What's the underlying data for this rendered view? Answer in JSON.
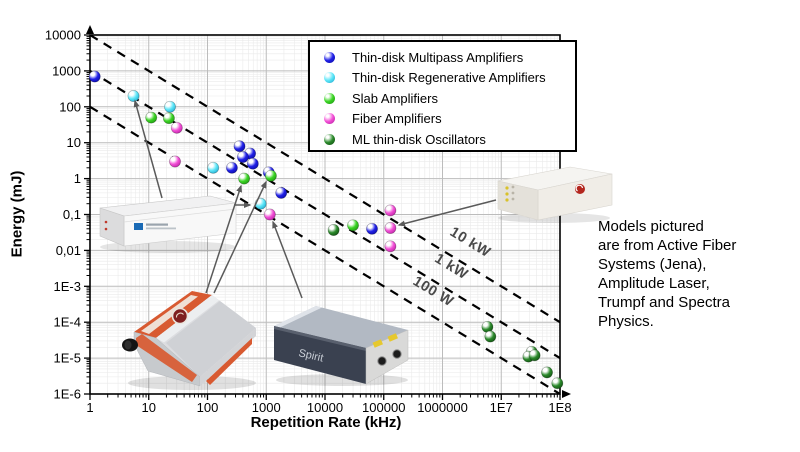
{
  "chart_data": {
    "type": "scatter",
    "title": "",
    "x_axis": {
      "label": "Repetition Rate (kHz)",
      "scale": "log",
      "range": [
        1,
        100000000
      ],
      "tick_labels": [
        "1",
        "10",
        "100",
        "1000",
        "10000",
        "100000",
        "1000000",
        "1E7",
        "1E8"
      ]
    },
    "y_axis": {
      "label": "Energy (mJ)",
      "scale": "log",
      "range": [
        1e-06,
        10000
      ],
      "tick_labels": [
        "10000",
        "1000",
        "100",
        "10",
        "1",
        "0,1",
        "0,01",
        "1E-3",
        "1E-4",
        "1E-5",
        "1E-6"
      ]
    },
    "grid": true,
    "legend_position": "top-right-inside",
    "series": [
      {
        "name": "Thin-disk Multipass Amplifiers",
        "color": "#2020e8",
        "dark": "#0a0aa0",
        "points": [
          [
            1.2,
            700
          ],
          [
            350,
            8
          ],
          [
            530,
            5
          ],
          [
            400,
            4
          ],
          [
            590,
            2.6
          ],
          [
            260,
            2
          ],
          [
            1100,
            1.5
          ],
          [
            1800,
            0.4
          ],
          [
            63000,
            0.04
          ]
        ]
      },
      {
        "name": "Thin-disk Regenerative Amplifiers",
        "color": "#5ce6f8",
        "dark": "#1fa6cc",
        "points": [
          [
            5.5,
            200
          ],
          [
            23,
            100
          ],
          [
            125,
            2
          ],
          [
            800,
            0.2
          ]
        ]
      },
      {
        "name": "Slab Amplifiers",
        "color": "#3bd524",
        "dark": "#1d9010",
        "points": [
          [
            11,
            50
          ],
          [
            22,
            48
          ],
          [
            420,
            1
          ],
          [
            1200,
            1.2
          ],
          [
            30000,
            0.05
          ]
        ]
      },
      {
        "name": "Fiber Amplifiers",
        "color": "#f34fd7",
        "dark": "#b51f9e",
        "points": [
          [
            30,
            26
          ],
          [
            28,
            3
          ],
          [
            1150,
            0.1
          ],
          [
            130000,
            0.13
          ],
          [
            130000,
            0.042
          ],
          [
            130000,
            0.013
          ]
        ]
      },
      {
        "name": "ML thin-disk Oscillators",
        "color": "#2b8a2b",
        "dark": "#0e4a0e",
        "points": [
          [
            14000,
            0.037
          ],
          [
            5800000,
            7.4e-05
          ],
          [
            6500000,
            4e-05
          ],
          [
            33000000,
            1.5e-05
          ],
          [
            29000000,
            1.1e-05
          ],
          [
            37000000,
            1.2e-05
          ],
          [
            60000000,
            4e-06
          ],
          [
            90000000,
            2e-06
          ]
        ]
      }
    ],
    "isopower_lines": [
      {
        "label": "10 kW",
        "watts": 10000
      },
      {
        "label": "1 kW",
        "watts": 1000
      },
      {
        "label": "100 W",
        "watts": 100
      }
    ]
  },
  "annotation": {
    "lines": [
      "Models pictured",
      "are from Active Fiber",
      "Systems (Jena),",
      "Amplitude Laser,",
      "Trumpf and Spectra",
      "Physics."
    ]
  },
  "products": {
    "spirit_label": "Spirit"
  },
  "colors": {
    "grid_major": "#bcbcbc",
    "grid_minor": "#eaeaea",
    "frame": "#000000",
    "dashed_line": "#000000",
    "power_label": "#4a4a4a",
    "arrow": "#5a5a5a"
  }
}
